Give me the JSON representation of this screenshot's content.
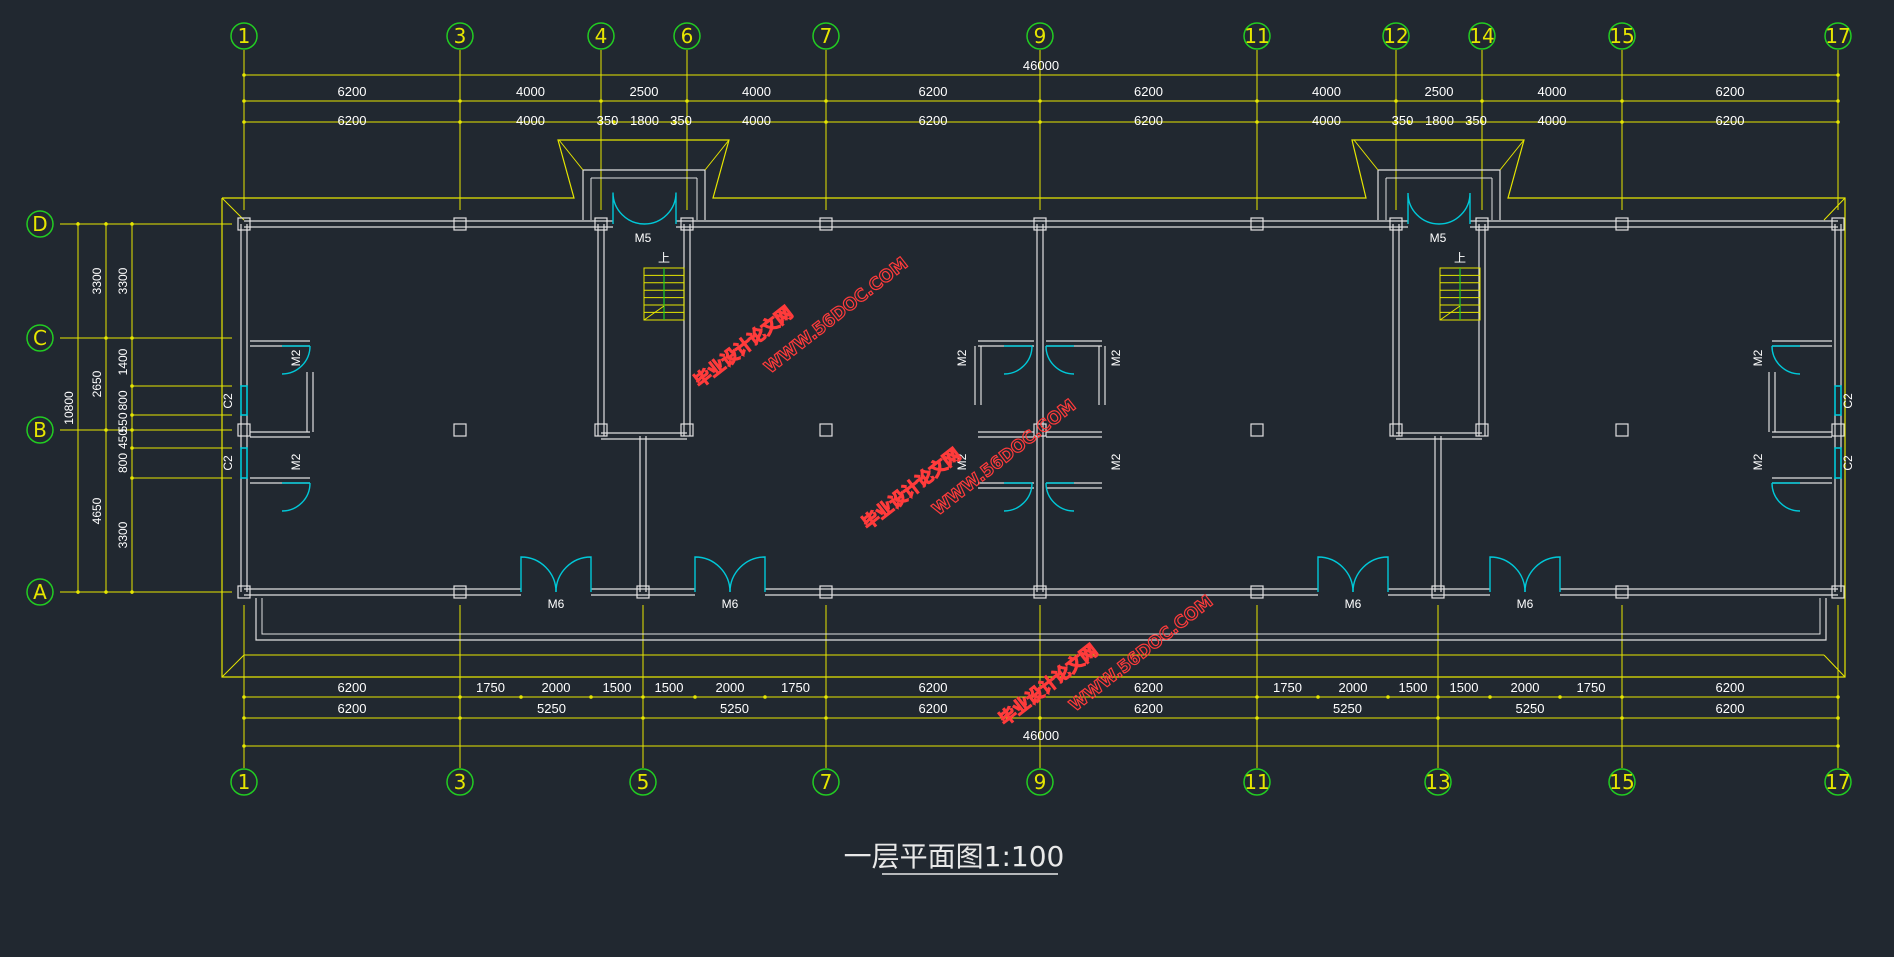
{
  "title": "一层平面图1:100",
  "colors": {
    "background": "#212830",
    "dimension_line": "#e6e600",
    "axis_bubble": "#22cc22",
    "wall": "#e0e0e0",
    "door": "#00c8d8",
    "watermark": "#ff3b3b"
  },
  "top_axes": [
    "1",
    "3",
    "4",
    "6",
    "7",
    "9",
    "11",
    "12",
    "14",
    "15",
    "17"
  ],
  "bottom_axes": [
    "1",
    "3",
    "5",
    "7",
    "9",
    "11",
    "13",
    "15",
    "17"
  ],
  "side_axes": [
    "D",
    "C",
    "B",
    "A"
  ],
  "top_total": "46000",
  "bottom_total": "46000",
  "top_row1": [
    "6200",
    "4000",
    "2500",
    "4000",
    "6200",
    "6200",
    "4000",
    "2500",
    "4000",
    "6200"
  ],
  "top_row2": [
    "6200",
    "4000",
    "350",
    "1800",
    "350",
    "4000",
    "6200",
    "6200",
    "4000",
    "350",
    "1800",
    "350",
    "4000",
    "6200"
  ],
  "bottom_row1": [
    "6200",
    "1750",
    "2000",
    "1500",
    "1500",
    "2000",
    "1750",
    "6200",
    "6200",
    "1750",
    "2000",
    "1500",
    "1500",
    "2000",
    "1750",
    "6200"
  ],
  "bottom_row2": [
    "6200",
    "5250",
    "5250",
    "6200",
    "6200",
    "5250",
    "5250",
    "6200"
  ],
  "left_total": "10800",
  "left_row1": [
    "3300",
    "2650",
    "4650"
  ],
  "left_row2": [
    "3300",
    "1400",
    "800",
    "550",
    "450",
    "800",
    "3300"
  ],
  "door_labels": {
    "m5": "M5",
    "m6": "M6",
    "m2": "M2",
    "c2": "C2"
  },
  "watermark": {
    "cn": "毕业设计论文网",
    "url": "WWW.56DOC.COM"
  },
  "stair_mark": "上"
}
